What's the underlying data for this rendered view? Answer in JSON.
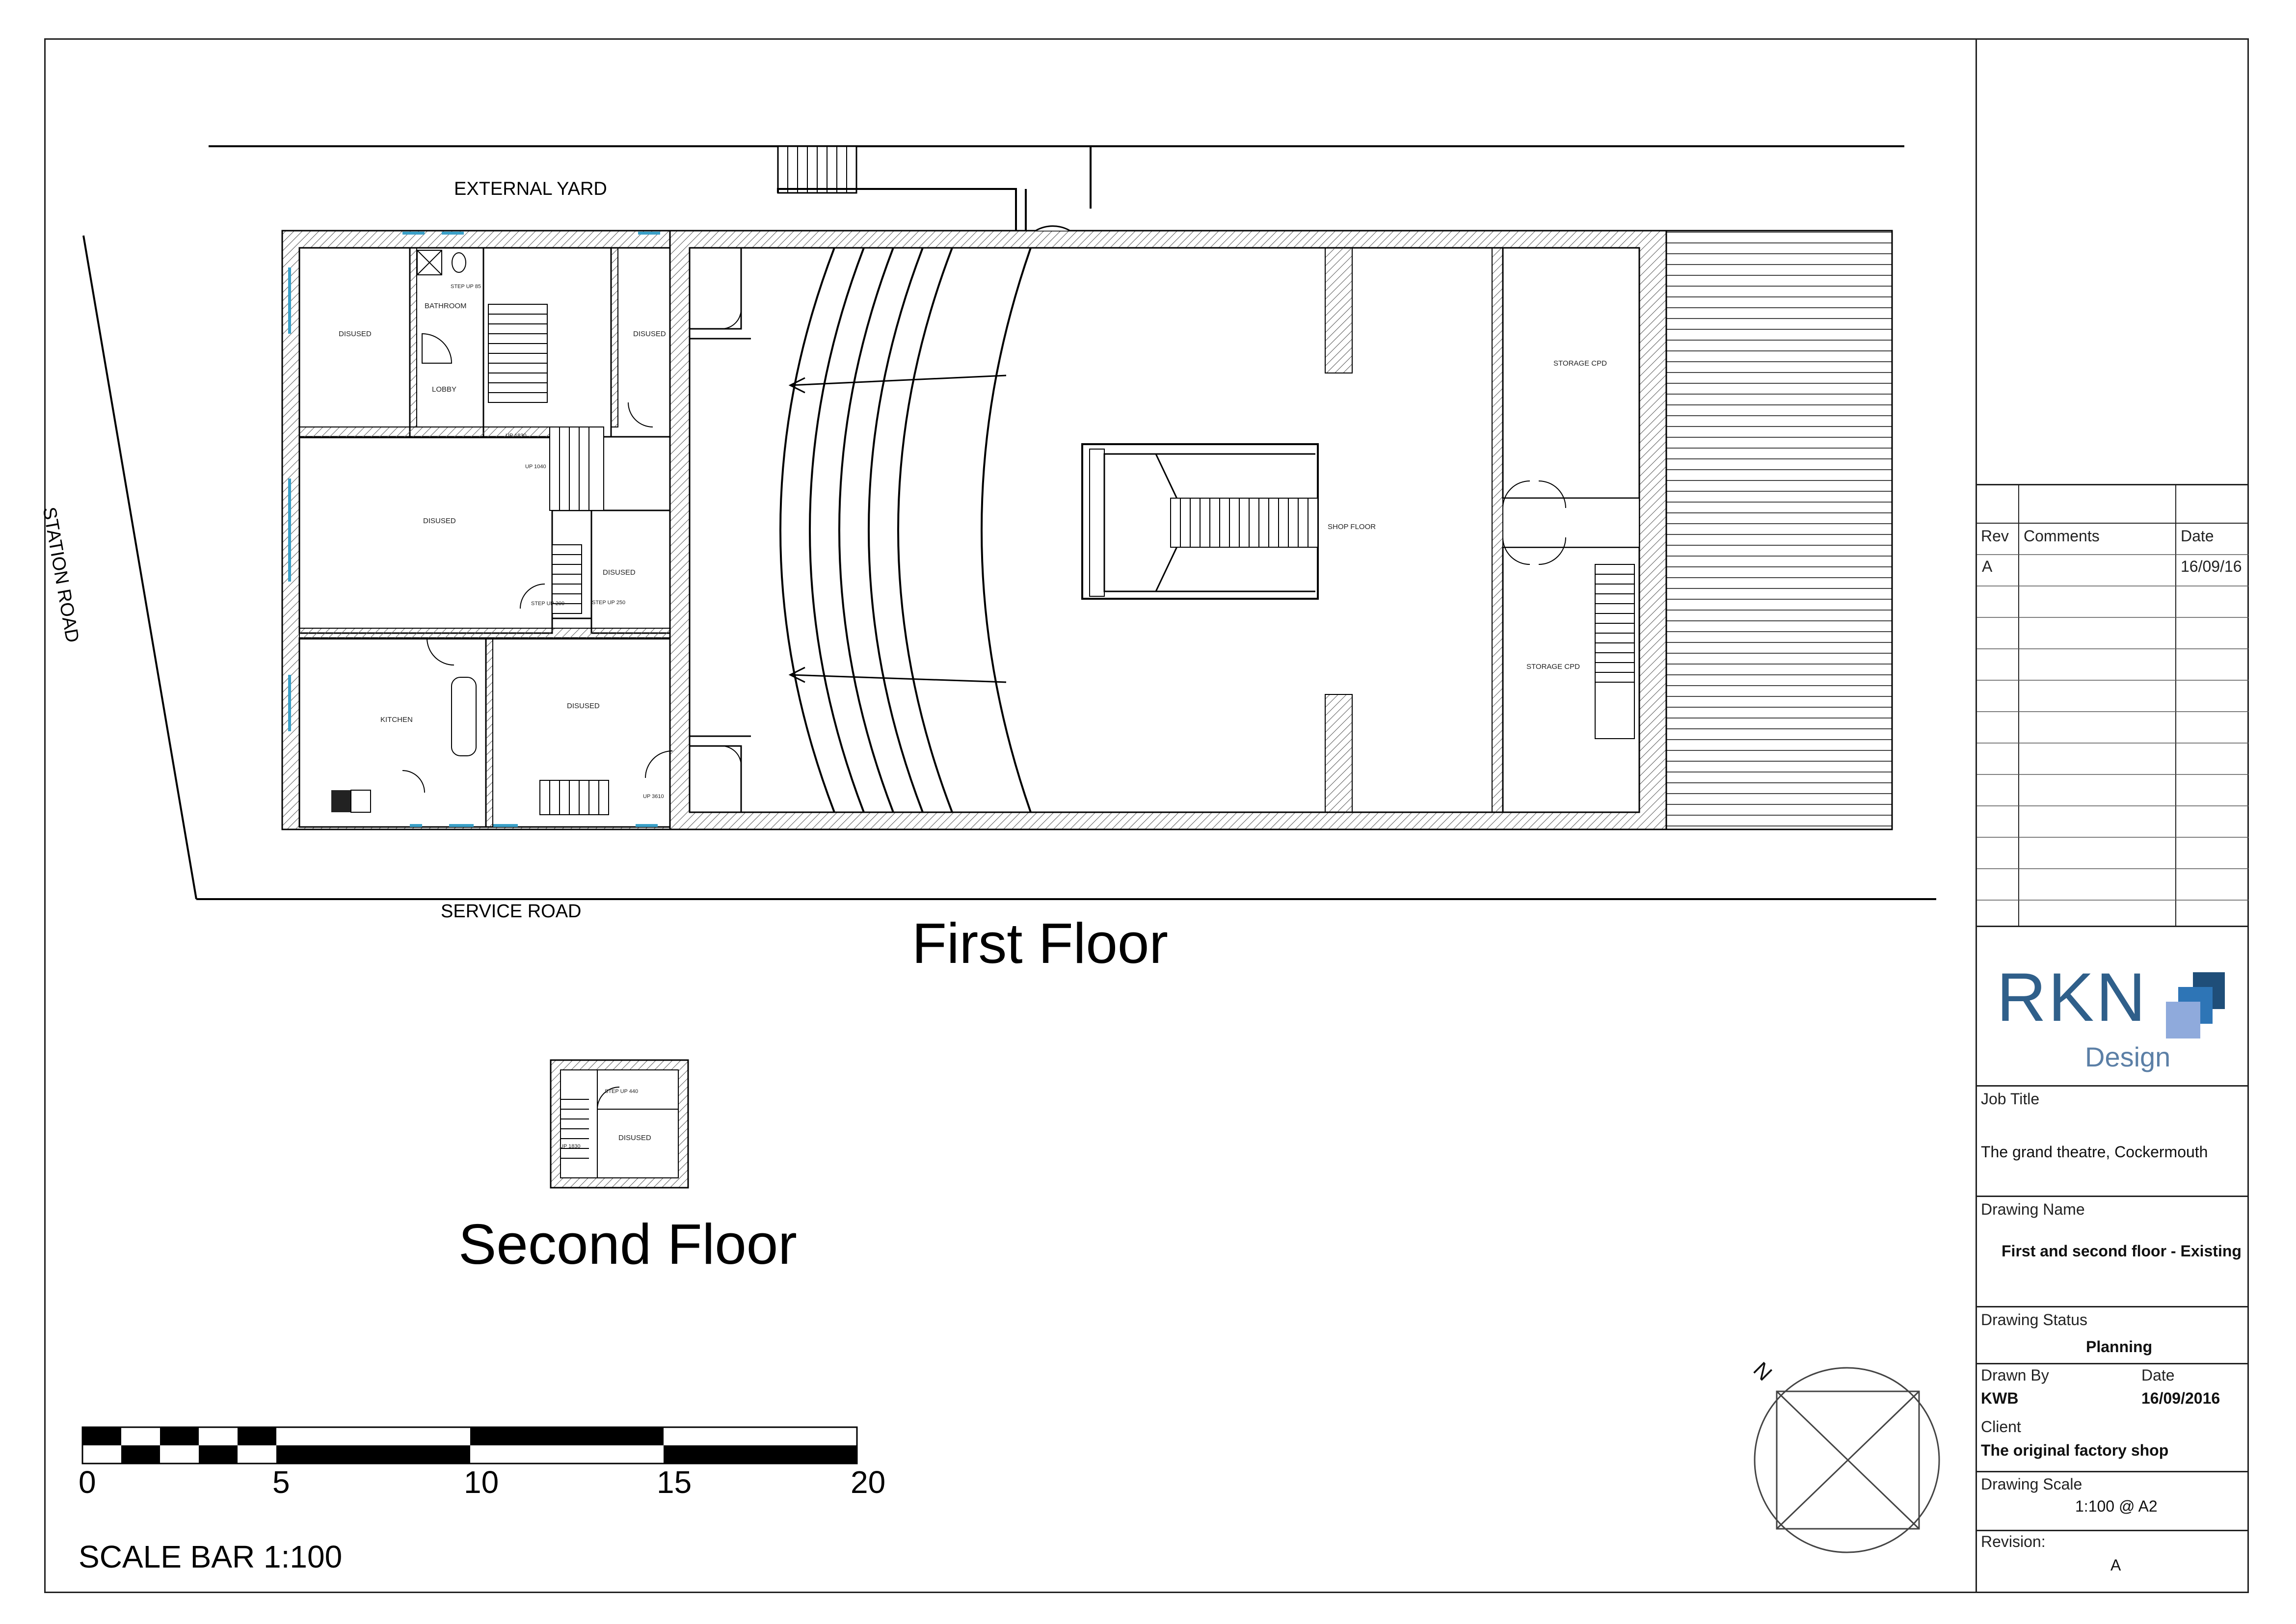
{
  "plan": {
    "external_yard": "EXTERNAL YARD",
    "station_road": "STATION ROAD",
    "service_road": "SERVICE ROAD",
    "first_floor_title": "First Floor",
    "second_floor_title": "Second Floor",
    "rooms": {
      "disused_1": "DISUSED",
      "bathroom": "BATHROOM",
      "lobby": "LOBBY",
      "disused_2": "DISUSED",
      "disused_3": "DISUSED",
      "disused_4": "DISUSED",
      "kitchen": "KITCHEN",
      "disused_5": "DISUSED",
      "shop_floor": "SHOP FLOOR",
      "storage_1": "STORAGE CPD",
      "storage_2": "STORAGE CPD",
      "disused_second": "DISUSED"
    },
    "small_notes": {
      "step_up_85": "STEP UP 85",
      "up_1830": "UP 1830",
      "up_1040": "UP 1040",
      "step_up_200": "STEP UP 200",
      "step_up_250": "STEP UP 250",
      "up_3610": "UP 3610",
      "step_up_440": "STEP UP 440",
      "up_1830_second": "UP 1830"
    }
  },
  "scale_bar": {
    "label": "SCALE BAR 1:100",
    "ticks": [
      "0",
      "5",
      "10",
      "15",
      "20"
    ]
  },
  "north_arrow": {
    "label": "N"
  },
  "title_block": {
    "revisions": {
      "headers": [
        "Rev",
        "Comments",
        "Date"
      ],
      "rows": [
        {
          "rev": "A",
          "comments": "",
          "date": "16/09/16"
        }
      ]
    },
    "logo": {
      "main": "RKN",
      "sub": "Design",
      "colors": [
        "#1f4e79",
        "#2e75b6",
        "#5b8fc9",
        "#8faadc"
      ]
    },
    "job_title_label": "Job Title",
    "job_title": "The grand theatre, Cockermouth",
    "drawing_name_label": "Drawing Name",
    "drawing_name": "First and second floor - Existing",
    "drawing_status_label": "Drawing Status",
    "drawing_status": "Planning",
    "drawn_by_label": "Drawn By",
    "drawn_by": "KWB",
    "date_label": "Date",
    "date": "16/09/2016",
    "client_label": "Client",
    "client": "The original factory shop",
    "drawing_scale_label": "Drawing Scale",
    "drawing_scale": "1:100 @ A2",
    "revision_label": "Revision:",
    "revision": "A"
  }
}
